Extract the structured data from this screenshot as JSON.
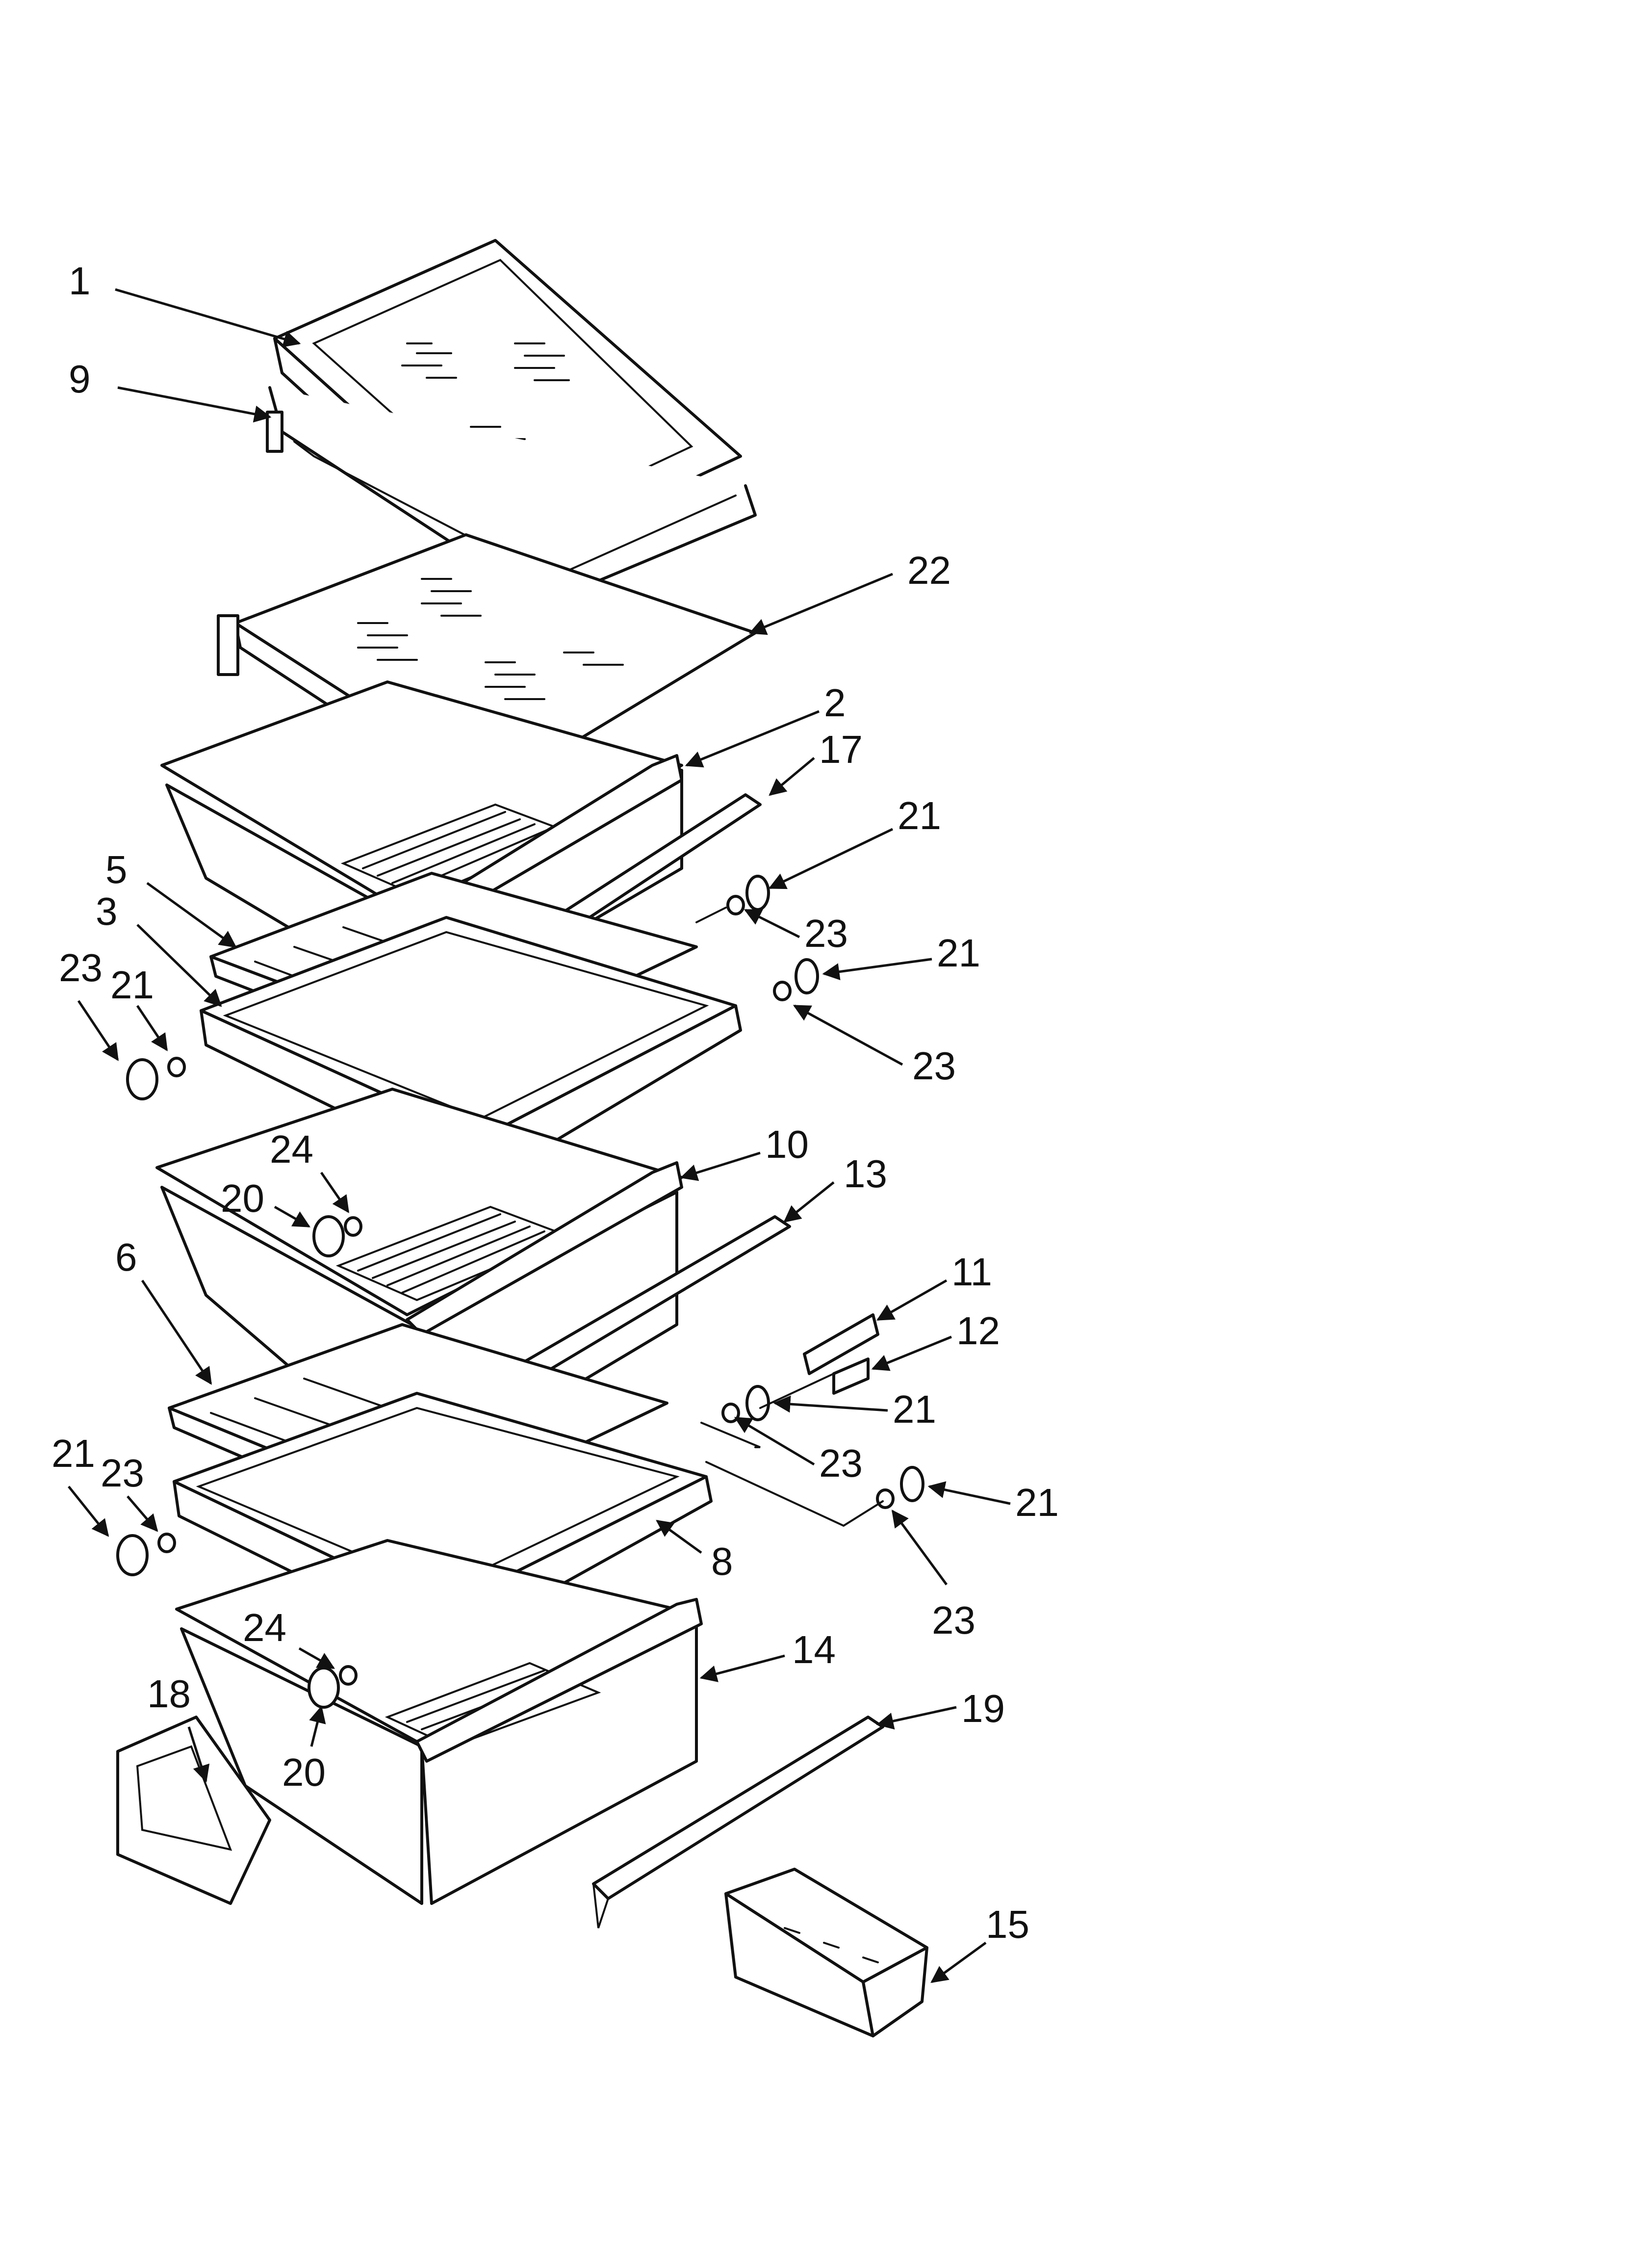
{
  "diagram": {
    "callouts": [
      "1",
      "9",
      "22",
      "2",
      "17",
      "21",
      "5",
      "3",
      "23",
      "21",
      "23",
      "21",
      "23",
      "10",
      "13",
      "24",
      "20",
      "6",
      "11",
      "12",
      "21",
      "23",
      "21",
      "23",
      "21",
      "23",
      "8",
      "24",
      "14",
      "18",
      "20",
      "19",
      "15"
    ],
    "parts": [
      "shelf-1",
      "frame-9",
      "cover-22",
      "crisper-2",
      "trim-17",
      "roller-21",
      "roller-23",
      "glass-5",
      "frame-3",
      "crisper-10",
      "trim-13",
      "roller-20",
      "roller-24",
      "glass-6",
      "slide-11",
      "slide-12",
      "frame-8",
      "pan-14",
      "label-18",
      "trim-19",
      "bin-15"
    ]
  }
}
